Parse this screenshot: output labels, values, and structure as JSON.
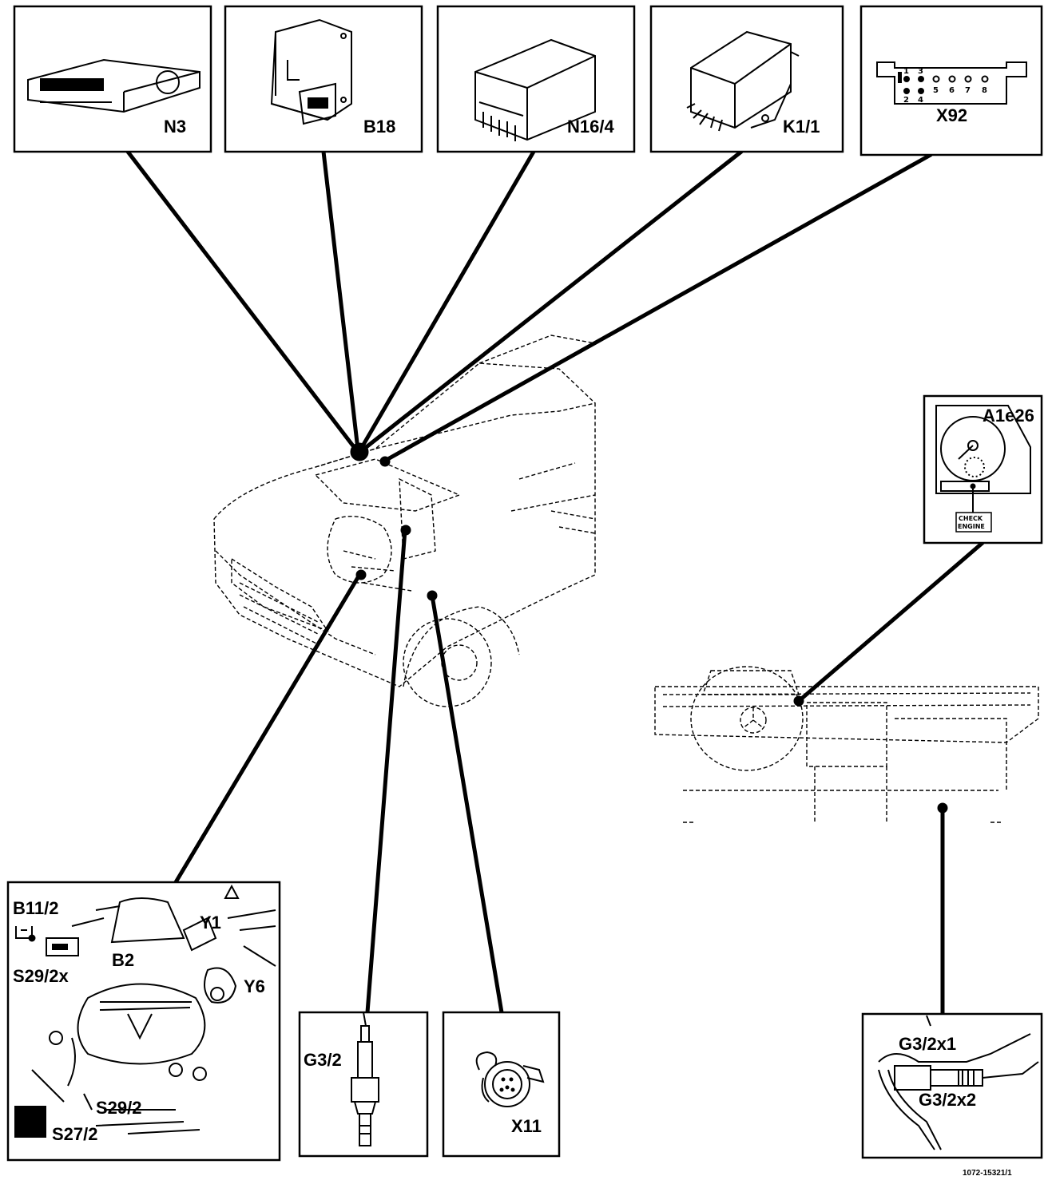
{
  "components": {
    "n3": "N3",
    "b18": "B18",
    "n16_4": "N16/4",
    "k1_1": "K1/1",
    "x92": "X92",
    "a1e26": "A1e26",
    "check_engine_1": "CHECK",
    "check_engine_2": "ENGINE",
    "g3_2": "G3/2",
    "x11": "X11",
    "g3_2x1": "G3/2x1",
    "g3_2x2": "G3/2x2",
    "b11_2": "B11/2",
    "y1": "Y1",
    "b2": "B2",
    "s29_2x": "S29/2x",
    "y6": "Y6",
    "s29_2": "S29/2",
    "s27_2": "S27/2"
  },
  "x92_pins": [
    "1",
    "3",
    "2",
    "4",
    "5",
    "6",
    "7",
    "8"
  ],
  "figure_code": "1072-15321/1",
  "colors": {
    "ink": "#000000",
    "paper": "#ffffff"
  }
}
